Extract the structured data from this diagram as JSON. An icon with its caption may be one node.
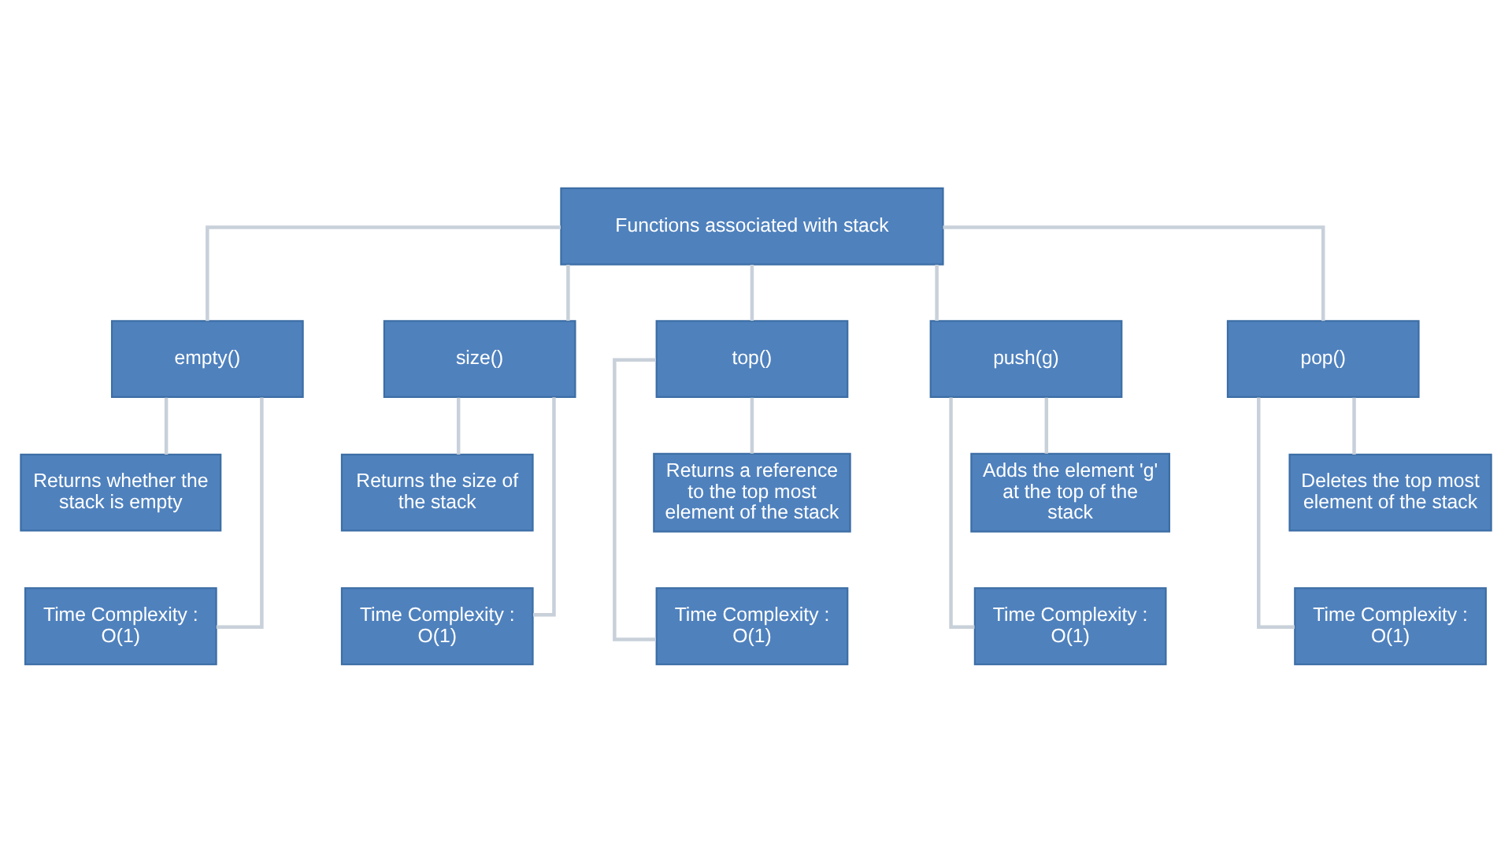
{
  "diagram": {
    "nodes": [
      {
        "text": [
          "Functions associated with stack"
        ]
      },
      {
        "text": [
          "empty()"
        ]
      },
      {
        "text": [
          "Returns whether the stack is empty"
        ]
      },
      {
        "text": [
          "Time Complexity : O(1)"
        ]
      },
      {
        "text": [
          "size()"
        ]
      },
      {
        "text": [
          "Returns the size of the stack"
        ]
      },
      {
        "text": [
          "Time Complexity : O(1)"
        ]
      },
      {
        "text": [
          "top()"
        ]
      },
      {
        "text": [
          "Returns a reference to the top most element of the stack"
        ]
      },
      {
        "text": [
          "Time Complexity : O(1)"
        ]
      },
      {
        "text": [
          "push(g)"
        ]
      },
      {
        "text": [
          "Adds the element 'g' at the top of the stack"
        ]
      },
      {
        "text": [
          "Time Complexity : O(1)"
        ]
      },
      {
        "text": [
          "pop()"
        ]
      },
      {
        "text": [
          "Deletes the top most element of the stack"
        ]
      },
      {
        "text": [
          "Time Complexity : O(1)"
        ]
      }
    ],
    "edges": [
      {
        "from": 0,
        "to": 1,
        "arrow": "none"
      },
      {
        "from": 0,
        "to": 4,
        "arrow": "none"
      },
      {
        "from": 0,
        "to": 7,
        "arrow": "none"
      },
      {
        "from": 0,
        "to": 10,
        "arrow": "none"
      },
      {
        "from": 0,
        "to": 13,
        "arrow": "none"
      },
      {
        "from": 1,
        "to": 2,
        "arrow": "none"
      },
      {
        "from": 1,
        "to": 3,
        "arrow": "none"
      },
      {
        "from": 4,
        "to": 5,
        "arrow": "none"
      },
      {
        "from": 4,
        "to": 6,
        "arrow": "none"
      },
      {
        "from": 7,
        "to": 8,
        "arrow": "none"
      },
      {
        "from": 7,
        "to": 9,
        "arrow": "none"
      },
      {
        "from": 10,
        "to": 11,
        "arrow": "none"
      },
      {
        "from": 10,
        "to": 12,
        "arrow": "none"
      },
      {
        "from": 13,
        "to": 14,
        "arrow": "none"
      },
      {
        "from": 13,
        "to": 15,
        "arrow": "none"
      }
    ]
  }
}
